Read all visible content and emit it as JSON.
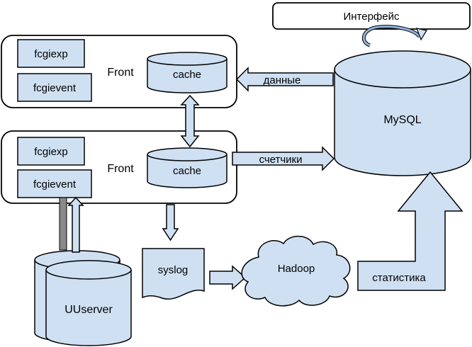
{
  "diagram": {
    "interface_label": "Интерфейс",
    "front_top": {
      "label": "Front",
      "fcgiexp": "fcgiexp",
      "fcgievent": "fcgievent",
      "cache": "cache"
    },
    "front_bottom": {
      "label": "Front",
      "fcgiexp": "fcgiexp",
      "fcgievent": "fcgievent",
      "cache": "cache"
    },
    "mysql_label": "MySQL",
    "arrow_data_label": "данные",
    "arrow_counters_label": "счетчики",
    "syslog_label": "syslog",
    "hadoop_label": "Hadoop",
    "stats_label": "статистика",
    "uuserver_label": "UUserver"
  }
}
